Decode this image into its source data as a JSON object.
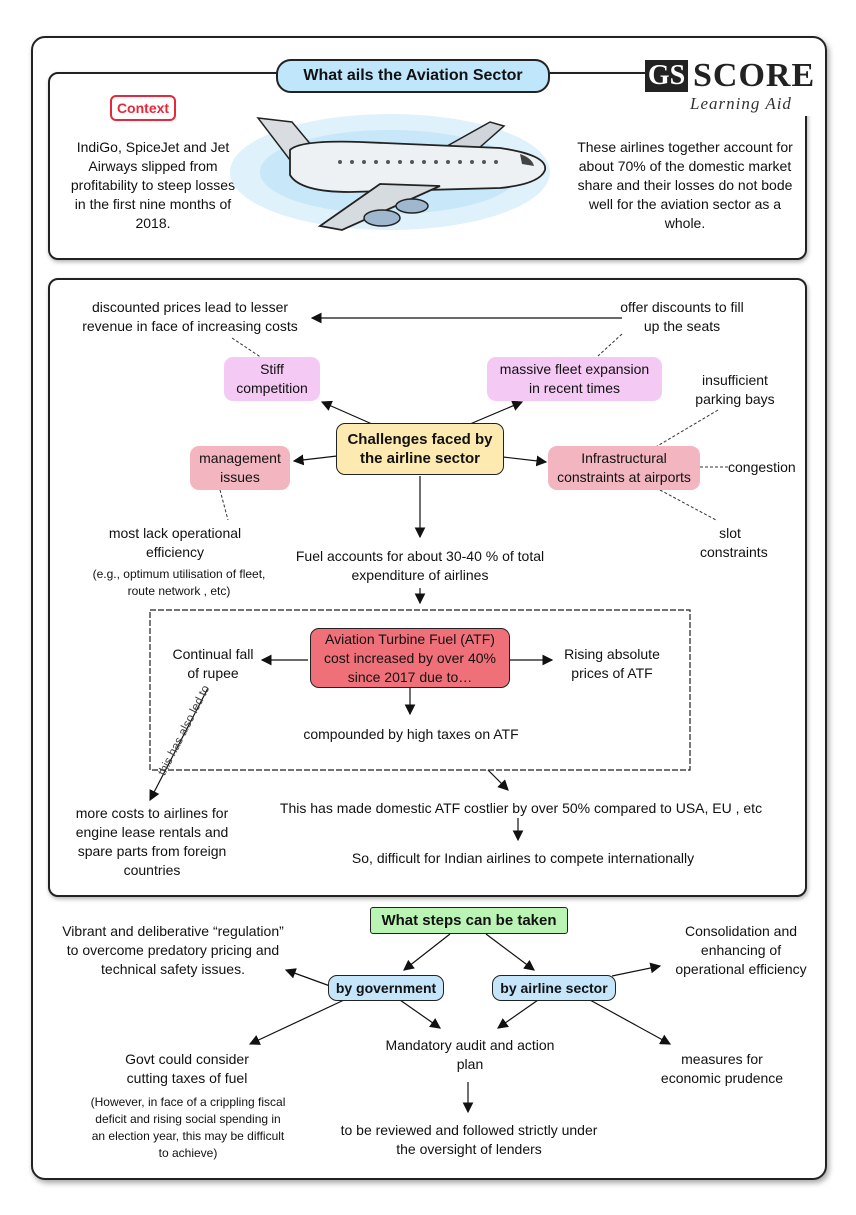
{
  "header": {
    "title": "What ails the Aviation Sector",
    "logo_gs": "GS",
    "logo_score": "SCORE",
    "logo_tagline": "Learning Aid",
    "context_label": "Context",
    "context_left": "IndiGo, SpiceJet and Jet Airways slipped from profitability to steep losses in the first nine months of 2018.",
    "context_right": "These airlines together account for about 70% of the domestic market share and their losses do not bode well for the aviation sector as a whole."
  },
  "challenges": {
    "center": "Challenges faced by the airline sector",
    "stiff_competition": "Stiff competition",
    "discounted_prices": "discounted prices lead to lesser revenue in face of increasing costs",
    "fleet_expansion": "massive fleet expansion in recent times",
    "offer_discounts": "offer discounts to fill up the seats",
    "management": "management issues",
    "lack_efficiency": "most lack operational efficiency",
    "lack_efficiency_eg": "(e.g., optimum utilisation of fleet, route network , etc)",
    "infrastructure": "Infrastructural constraints at airports",
    "parking": "insufficient parking bays",
    "congestion": "congestion",
    "slot": "slot constraints",
    "fuel_share": "Fuel accounts for about 30-40 % of total expenditure of airlines",
    "atf": "Aviation Turbine Fuel (ATF) cost increased by over 40% since 2017 due to…",
    "rupee": "Continual fall of rupee",
    "rising_prices": "Rising absolute prices of ATF",
    "taxes": "compounded by high taxes on ATF",
    "also_led": "this has also led to",
    "more_costs": "more costs to airlines for engine lease rentals and spare parts from foreign countries",
    "costlier": "This has made domestic ATF costlier by over 50% compared to USA, EU , etc",
    "compete": "So, difficult for Indian airlines to compete internationally"
  },
  "steps": {
    "title": "What steps can be taken",
    "by_government": "by government",
    "by_airline": "by airline sector",
    "regulation": "Vibrant and deliberative “regulation” to overcome predatory pricing and technical safety issues.",
    "cut_taxes": "Govt could consider cutting taxes of fuel",
    "cut_taxes_note": "(However, in face of a crippling fiscal deficit and rising social spending in an election year, this may be difficult to achieve)",
    "audit": "Mandatory audit and action plan",
    "reviewed": "to be reviewed and followed strictly under the oversight of lenders",
    "consolidation": "Consolidation and enhancing of operational efficiency",
    "prudence": "measures for economic prudence"
  },
  "colors": {
    "title_bg": "#bfe6fb",
    "context_red": "#e8283a",
    "pink": "#f4c9f4",
    "rose": "#f3b6c1",
    "center_yellow": "#fdeab0",
    "atf_red": "#f0707a",
    "steps_green": "#b9f4b4",
    "steps_blue": "#c5e6fa"
  }
}
